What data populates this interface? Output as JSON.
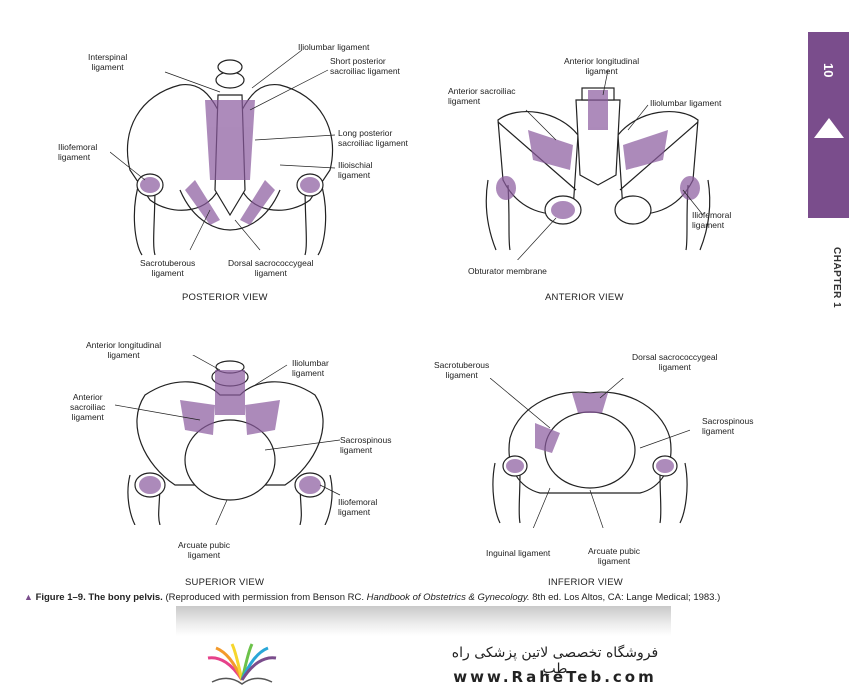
{
  "chapter": {
    "number": "10",
    "label": "CHAPTER 1"
  },
  "panels": {
    "posterior": {
      "title": "POSTERIOR VIEW",
      "labels": {
        "interspinal": "Interspinal\nligament",
        "iliolumbar": "Iliolumbar ligament",
        "short_posterior_sacroiliac": "Short posterior\nsacroiliac ligament",
        "long_posterior_sacroiliac": "Long posterior\nsacroiliac ligament",
        "iliofemoral": "Iliofemoral\nligament",
        "ilioischial": "Ilioischial\nligament",
        "sacrotuberous": "Sacrotuberous\nligament",
        "dorsal_sacrococcygeal": "Dorsal sacrococcygeal\nligament"
      }
    },
    "anterior": {
      "title": "ANTERIOR VIEW",
      "labels": {
        "anterior_longitudinal": "Anterior longitudinal\nligament",
        "anterior_sacroiliac": "Anterior sacroiliac\nligament",
        "iliolumbar": "Iliolumbar ligament",
        "iliofemoral": "Iliofemoral\nligament",
        "obturator_membrane": "Obturator membrane"
      }
    },
    "superior": {
      "title": "SUPERIOR VIEW",
      "labels": {
        "anterior_longitudinal": "Anterior longitudinal\nligament",
        "iliolumbar": "Iliolumbar\nligament",
        "anterior_sacroiliac": "Anterior\nsacroiliac\nligament",
        "sacrospinous": "Sacrospinous\nligament",
        "iliofemoral": "Iliofemoral\nligament",
        "arcuate_pubic": "Arcuate pubic\nligament"
      }
    },
    "inferior": {
      "title": "INFERIOR VIEW",
      "labels": {
        "sacrotuberous": "Sacrotuberous\nligament",
        "dorsal_sacrococcygeal": "Dorsal sacrococcygeal\nligament",
        "sacrospinous": "Sacrospinous\nligament",
        "inguinal": "Inguinal ligament",
        "arcuate_pubic": "Arcuate pubic\nligament"
      }
    }
  },
  "caption": {
    "marker": "▲",
    "figure_number": "Figure 1–9.",
    "title": "The bony pelvis.",
    "credit_prefix": "(Reproduced with permission from Benson RC.",
    "book": "Handbook of Obstetrics & Gynecology.",
    "credit_suffix": "8th ed. Los Altos, CA: Lange Medical; 1983.)"
  },
  "footer": {
    "persian_text": "فروشگاه تخصصی لاتین پزشکی  راه طب",
    "website": "www.RaheTeb.com"
  },
  "colors": {
    "accent": "#7a4d8c",
    "ligament": "#8a5a9e",
    "bone": "#ffffff",
    "outline": "#222222"
  }
}
